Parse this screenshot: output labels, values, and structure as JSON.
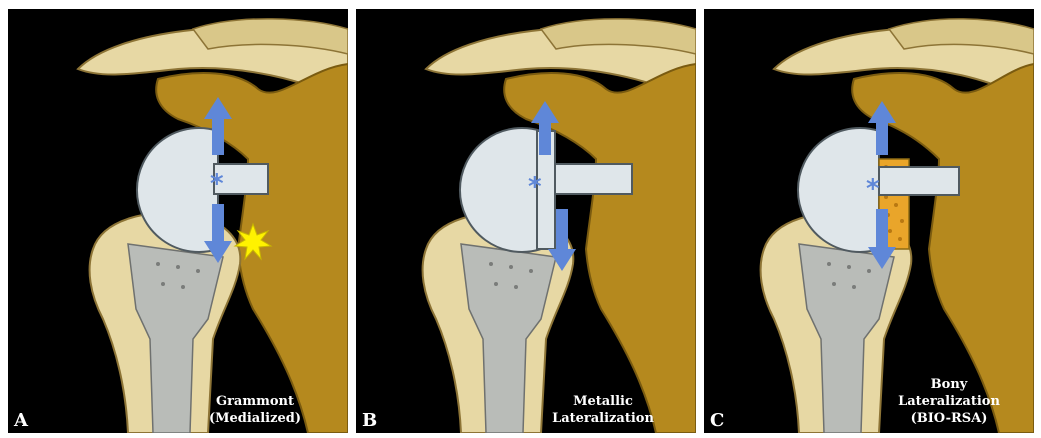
{
  "colors": {
    "background": "#000000",
    "scapula": "#b5891e",
    "bone_light": "#e7d8a4",
    "glenosphere": "#dfe6ea",
    "implant_metal": "#b9bcb8",
    "arrow": "#5f87d8",
    "impingement_star": "#fff200",
    "bone_graft": "#e9a52a"
  },
  "panels": [
    {
      "letter": "A",
      "caption_lines": [
        "Grammont",
        "(Medialized)"
      ]
    },
    {
      "letter": "B",
      "caption_lines": [
        "Metallic",
        "Lateralization"
      ]
    },
    {
      "letter": "C",
      "caption_lines": [
        "Bony",
        "Lateralization",
        "(BIO-RSA)"
      ]
    }
  ],
  "icons": {
    "center_of_rotation": "asterisk-icon",
    "impingement": "starburst-icon",
    "force_direction": "arrow-icon"
  }
}
